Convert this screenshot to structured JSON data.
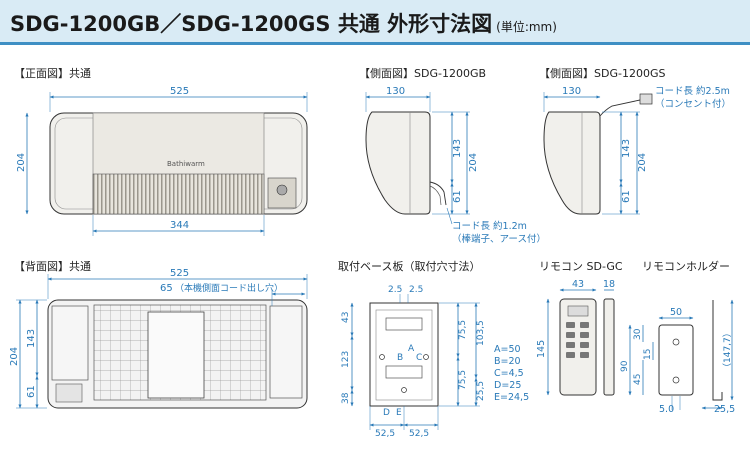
{
  "header": {
    "title": "SDG-1200GB／SDG-1200GS 共通 外形寸法図",
    "unit": "(単位:mm)"
  },
  "colors": {
    "header_bg": "#d9ebf5",
    "header_rule": "#3e8fc4",
    "dimension": "#2a7ab8",
    "outline": "#333333",
    "body_fill": "#f1f0ec"
  },
  "views": {
    "front": {
      "title": "【正面図】共通",
      "width": "525",
      "height": "204",
      "grille_width": "344",
      "logo": "Bathiwarm"
    },
    "side_gb": {
      "title": "【側面図】SDG-1200GB",
      "depth": "130",
      "height": "204",
      "upper": "143",
      "lower": "61",
      "cord_note_1": "コード長 約1.2m",
      "cord_note_2": "（棒端子、アース付）"
    },
    "side_gs": {
      "title": "【側面図】SDG-1200GS",
      "depth": "130",
      "height": "204",
      "upper": "143",
      "lower": "61",
      "cord_note_1": "コード長 約2.5m",
      "cord_note_2": "（コンセント付）"
    },
    "back": {
      "title": "【背面図】共通",
      "width": "525",
      "offset": "65",
      "offset_note": "（本機側面コード出し穴）",
      "height": "204",
      "upper": "143",
      "lower": "61"
    },
    "base_plate": {
      "title": "取付ベース板（取付穴寸法）",
      "top_offset_1": "2.5",
      "top_offset_2": "2.5",
      "left_1": "43",
      "left_2": "123",
      "left_3": "38",
      "right_1": "75,5",
      "right_2": "103,5",
      "right_3": "75,5",
      "right_4": "25,5",
      "bottom_1": "52,5",
      "bottom_2": "52,5",
      "label_a": "A",
      "label_b": "B",
      "label_c": "C",
      "label_d": "D",
      "label_e": "E",
      "legend": [
        "A=50",
        "B=20",
        "C=4,5",
        "D=25",
        "E=24,5"
      ]
    },
    "remote": {
      "title": "リモコン SD-GC",
      "width": "43",
      "depth": "18",
      "height": "145"
    },
    "holder": {
      "title": "リモコンホルダー",
      "width": "50",
      "height": "90",
      "upper": "30",
      "mid": "15",
      "lower": "45",
      "depth_note": "（147,7）",
      "hole": "5.0",
      "bottom": "25,5"
    }
  }
}
